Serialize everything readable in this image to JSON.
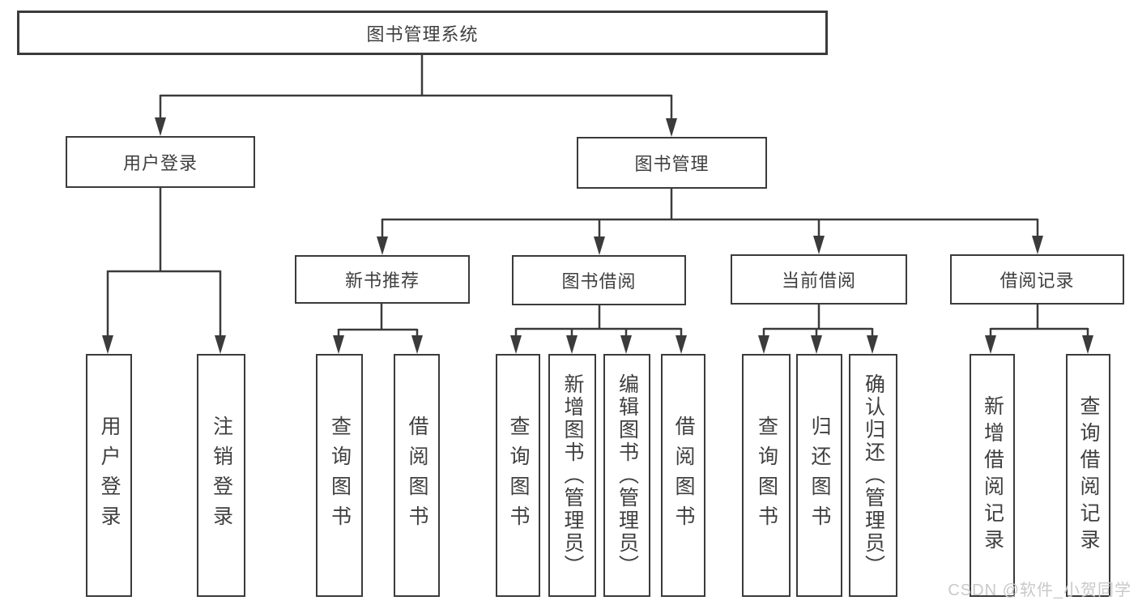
{
  "diagram": {
    "root": {
      "label": "图书管理系统"
    },
    "level2": [
      {
        "label": "用户登录"
      },
      {
        "label": "图书管理"
      }
    ],
    "level3": [
      {
        "label": "新书推荐",
        "parent": "图书管理"
      },
      {
        "label": "图书借阅",
        "parent": "图书管理"
      },
      {
        "label": "当前借阅",
        "parent": "图书管理"
      },
      {
        "label": "借阅记录",
        "parent": "图书管理"
      }
    ],
    "leaves": [
      {
        "label": "用户登录",
        "parent": "用户登录"
      },
      {
        "label": "注销登录",
        "parent": "用户登录"
      },
      {
        "label": "查询图书",
        "parent": "新书推荐"
      },
      {
        "label": "借阅图书",
        "parent": "新书推荐"
      },
      {
        "label": "查询图书",
        "parent": "图书借阅"
      },
      {
        "label": "新增图书（管理员）",
        "parent": "图书借阅"
      },
      {
        "label": "编辑图书（管理员）",
        "parent": "图书借阅"
      },
      {
        "label": "借阅图书",
        "parent": "图书借阅"
      },
      {
        "label": "查询图书",
        "parent": "当前借阅"
      },
      {
        "label": "归还图书",
        "parent": "当前借阅"
      },
      {
        "label": "确认归还（管理员）",
        "parent": "当前借阅"
      },
      {
        "label": "新增借阅记录",
        "parent": "借阅记录"
      },
      {
        "label": "查询借阅记录",
        "parent": "借阅记录"
      }
    ]
  },
  "watermark": {
    "text": "CSDN @软件_小贺同学"
  },
  "colors": {
    "line": "#3b3b3b",
    "text": "#3f3f3f",
    "background": "#ffffff",
    "watermark": "#c9c9c9"
  }
}
